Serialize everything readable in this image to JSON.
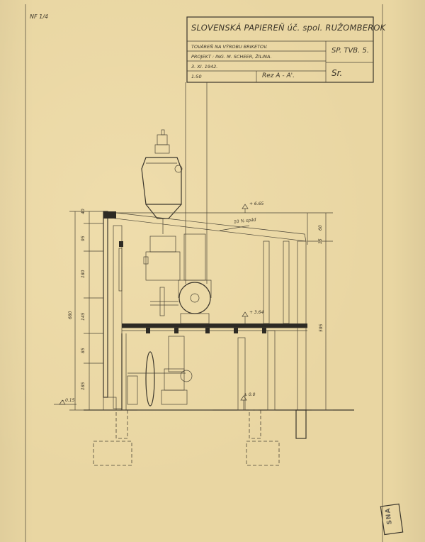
{
  "sheet_number": "NF 1/4",
  "title_block": {
    "company": "SLOVENSKÁ PAPIEREŇ úč. spol. RUŽOMBEROK",
    "factory": "TOVÁREŇ NA VÝROBU BRIKETOV.",
    "project": "PROJEKT : ING. M. SCHEER, ŽILINA.",
    "date": "3. XI. 1942.",
    "scale": "1:50",
    "section": "Rez A - A'.",
    "code": "SP. TVB. 5.",
    "mark": "Sr."
  },
  "annotations": {
    "slope": "10 % spád",
    "level_top": "+ 6.65",
    "level_floor": "+ 3.64",
    "level_ground": "± 0.0",
    "level_footing": "- 0.15"
  },
  "dimensions_left": [
    "40",
    "95",
    "180",
    "145",
    "85",
    "185"
  ],
  "dimension_total_left": "680",
  "dimension_right": "595",
  "dimension_top_right_a": "60",
  "dimension_top_right_b": "15",
  "stamp": "SNA"
}
